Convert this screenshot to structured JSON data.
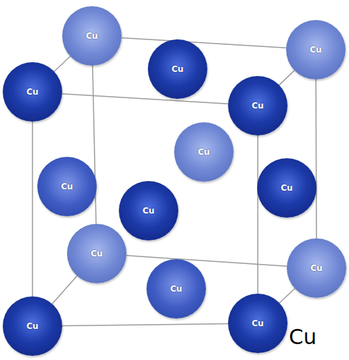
{
  "diagram": {
    "nodes": [
      {
        "text": [
          "Cu"
        ]
      },
      {
        "text": [
          "Cu"
        ]
      },
      {
        "text": [
          "Cu"
        ]
      },
      {
        "text": [
          "Cu"
        ]
      },
      {
        "text": [
          "Cu"
        ]
      },
      {
        "text": [
          "Cu"
        ]
      },
      {
        "text": [
          "Cu"
        ]
      },
      {
        "text": [
          "Cu"
        ]
      },
      {
        "text": [
          "Cu"
        ]
      },
      {
        "text": [
          "Cu"
        ]
      },
      {
        "text": [
          "Cu"
        ]
      },
      {
        "text": [
          "Cu"
        ]
      },
      {
        "text": [
          "Cu"
        ]
      },
      {
        "text": [
          "Cu"
        ]
      }
    ],
    "edges": [
      {
        "from": 0,
        "to": 1,
        "arrow": "none"
      },
      {
        "from": 3,
        "to": 4,
        "arrow": "none"
      },
      {
        "from": 0,
        "to": 3,
        "arrow": "none"
      },
      {
        "from": 1,
        "to": 4,
        "arrow": "none"
      },
      {
        "from": 0,
        "to": 9,
        "arrow": "none"
      },
      {
        "from": 1,
        "to": 10,
        "arrow": "none"
      },
      {
        "from": 3,
        "to": 13,
        "arrow": "none"
      },
      {
        "from": 4,
        "to": 12,
        "arrow": "none"
      },
      {
        "from": 9,
        "to": 10,
        "arrow": "none"
      },
      {
        "from": 13,
        "to": 12,
        "arrow": "none"
      },
      {
        "from": 9,
        "to": 13,
        "arrow": "none"
      },
      {
        "from": 10,
        "to": 12,
        "arrow": "none"
      }
    ],
    "labels": [
      "Cu"
    ]
  }
}
